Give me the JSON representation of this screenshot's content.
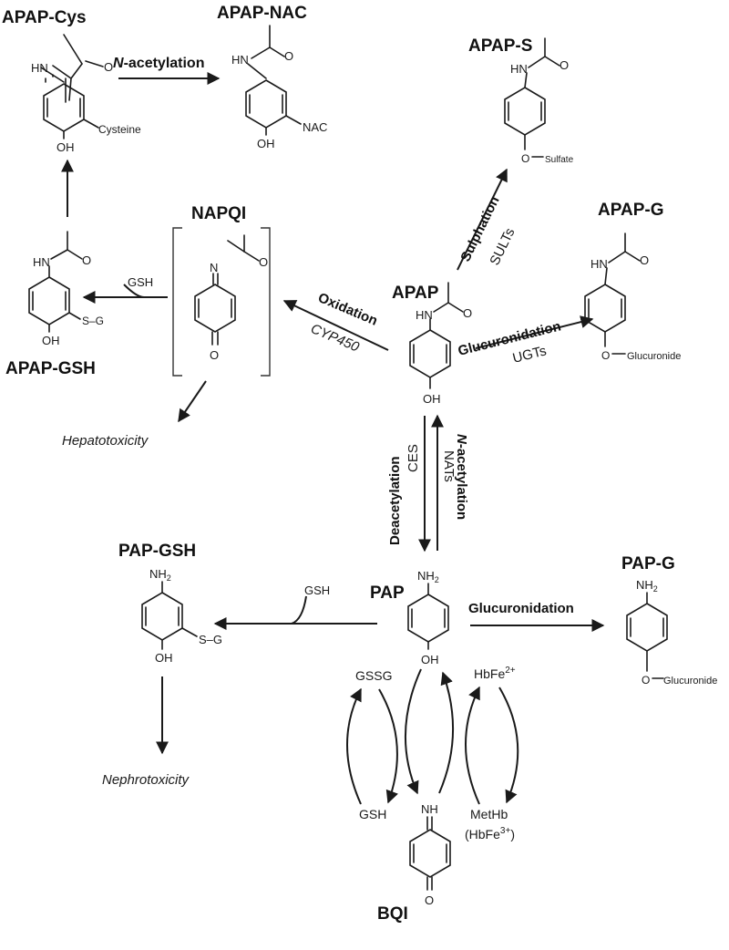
{
  "compounds": {
    "apap": "APAP",
    "apap_cys": "APAP-Cys",
    "apap_nac": "APAP-NAC",
    "apap_s": "APAP-S",
    "apap_g": "APAP-G",
    "napqi": "NAPQI",
    "apap_gsh": "APAP-GSH",
    "pap": "PAP",
    "pap_gsh": "PAP-GSH",
    "pap_g": "PAP-G",
    "bqi": "BQI"
  },
  "reactions": {
    "n_acetylation_top": "-acetylation",
    "n_prefix": "N",
    "sulphation": "Sulphation",
    "sults": "SULTs",
    "oxidation": "Oxidation",
    "cyp450": "CYP450",
    "glucuronidation_top": "Glucuronidation",
    "ugts": "UGTs",
    "deacetylation": "Deacetylation",
    "ces": "CES",
    "n_acetylation_mid": "-acetylation",
    "nats": "NATs",
    "glucuronidation_pap": "Glucuronidation"
  },
  "outcomes": {
    "hepatotoxicity": "Hepatotoxicity",
    "nephrotoxicity": "Nephrotoxicity"
  },
  "cofactors": {
    "gsh_apap": "GSH",
    "gsh_pap": "GSH",
    "gssg": "GSSG",
    "gsh_cycle": "GSH",
    "hbfe2": "HbFe",
    "hbfe2_sup": "2+",
    "methb": "MetHb",
    "hbfe3_open": "(HbFe",
    "hbfe3_sup": "3+",
    "hbfe3_close": ")"
  },
  "atoms": {
    "hn": "HN",
    "o": "O",
    "oh": "OH",
    "n": "N",
    "nh": "NH",
    "nh2": "NH",
    "sub2": "2",
    "cysteine": "Cysteine",
    "nac": "NAC",
    "sulfate": "Sulfate",
    "glucuronide": "Glucuronide",
    "s_g": "S–G"
  }
}
